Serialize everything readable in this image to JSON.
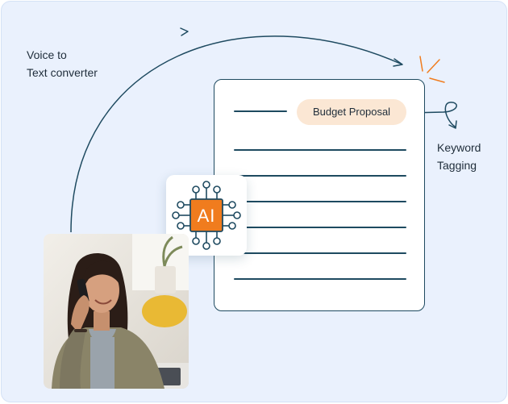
{
  "labels": {
    "voice_line1": "Voice to",
    "voice_line2": "Text converter",
    "keyword_line1": "Keyword",
    "keyword_line2": "Tagging"
  },
  "document": {
    "tag": "Budget Proposal"
  },
  "chip": {
    "text": "AI"
  },
  "colors": {
    "background": "#eaf1fd",
    "line": "#1e4a60",
    "accent_orange": "#f07c1e",
    "pill_bg": "#fbe7d4"
  },
  "icons": {
    "chip": "ai-chip-icon",
    "sparkle": "sparkle-icon",
    "arrow": "arrow-icon"
  }
}
